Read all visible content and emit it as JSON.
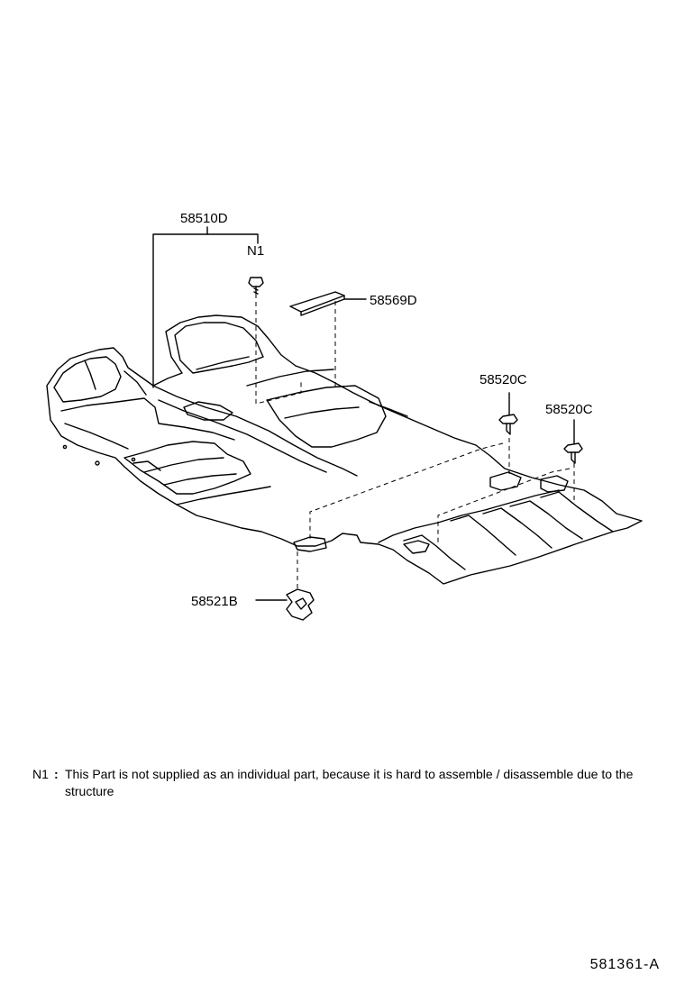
{
  "callouts": {
    "carpet": "58510D",
    "n1": "N1",
    "pad": "58569D",
    "clip_rear_1": "58520C",
    "clip_rear_2": "58520C",
    "hook": "58521B"
  },
  "note": {
    "key": "N1",
    "text": "This Part is not supplied as an individual part, because it is hard to assemble / disassemble due to the structure"
  },
  "illustration_id": "581361-A"
}
